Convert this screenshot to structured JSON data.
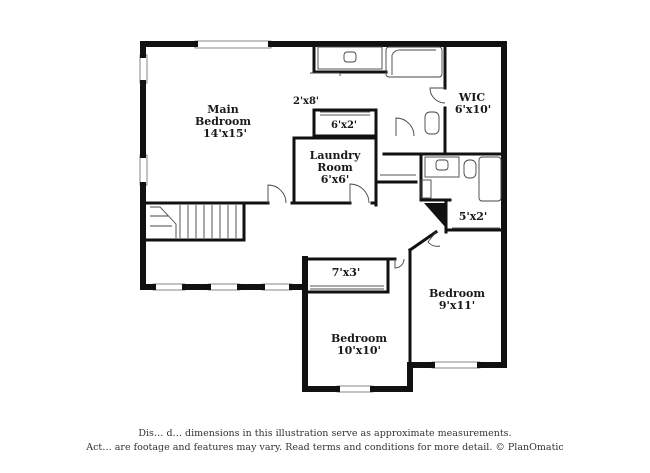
{
  "rooms": {
    "main_bedroom": {
      "name_line1": "Main",
      "name_line2": "Bedroom",
      "size": "14'x15'"
    },
    "wic": {
      "name": "WIC",
      "size": "6'x10'"
    },
    "closet_2x8": {
      "size": "2'x8'"
    },
    "closet_6x2": {
      "size": "6'x2'"
    },
    "laundry": {
      "name_line1": "Laundry",
      "name_line2": "Room",
      "size": "6'x6'"
    },
    "closet_5x2": {
      "size": "5'x2'"
    },
    "closet_7x3": {
      "size": "7'x3'"
    },
    "bedroom_right": {
      "name": "Bedroom",
      "size": "9'x11'"
    },
    "bedroom_bottom": {
      "name": "Bedroom",
      "size": "10'x10'"
    }
  },
  "disclaimer": {
    "line1": "Dis… d… dimensions in this illustration serve as approximate measurements.",
    "line2": "Act… are footage and features may vary. Read terms and conditions for more detail. © PlanOmatic"
  }
}
